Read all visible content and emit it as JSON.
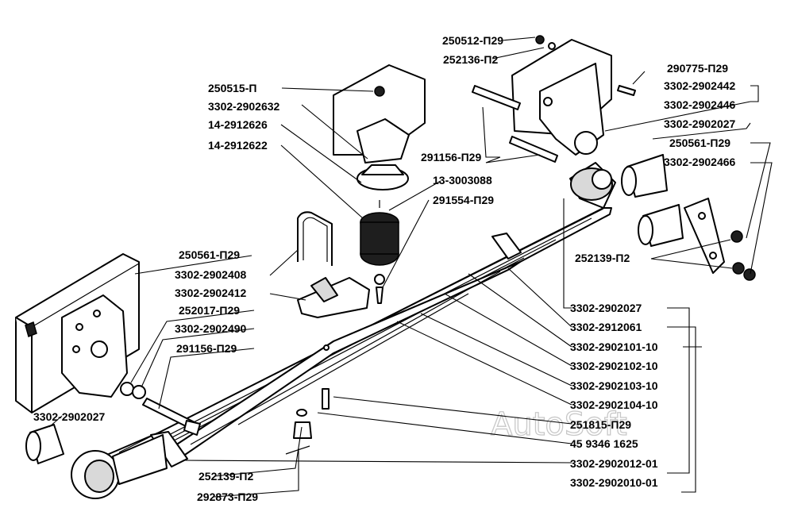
{
  "watermark": "AutoSoft",
  "labels": {
    "p250512": "250512-П29",
    "p252136": "252136-П2",
    "p290775": "290775-П29",
    "p2902442": "3302-2902442",
    "p2902446": "3302-2902446",
    "p2902027_top": "3302-2902027",
    "p250561_right": "250561-П29",
    "p2902466": "3302-2902466",
    "p252139_right": "252139-П2",
    "p250515": "250515-П",
    "p2902632": "3302-2902632",
    "p2912626": "14-2912626",
    "p2912622": "14-2912622",
    "p291156_top": "291156-П29",
    "p3003088": "13-3003088",
    "p291554": "291554-П29",
    "p250561_left": "250561-П29",
    "p2902408": "3302-2902408",
    "p2902412": "3302-2902412",
    "p252017": "252017-П29",
    "p2902490": "3302-2902490",
    "p291156_left": "291156-П29",
    "p2902027_left": "3302-2902027",
    "p252139_bottom": "252139-П2",
    "p292873": "292873-П29",
    "r2902027": "3302-2902027",
    "r2912061": "3302-2912061",
    "r2902101": "3302-2902101-10",
    "r2902102": "3302-2902102-10",
    "r2902103": "3302-2902103-10",
    "r2902104": "3302-2902104-10",
    "r251815": "251815-П29",
    "r459346": "45 9346 1625",
    "r2902012": "3302-2902012-01",
    "r2902010": "3302-2902010-01"
  }
}
